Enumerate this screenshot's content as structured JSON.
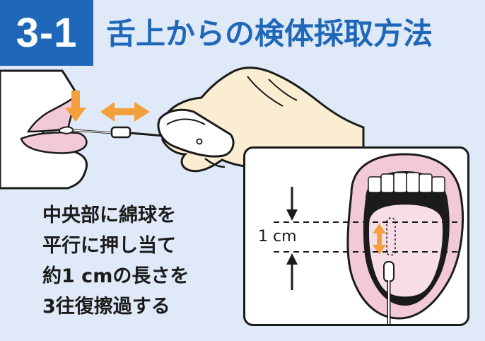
{
  "header": {
    "step_number": "3-1",
    "title": "舌上からの検体採取方法"
  },
  "instructions": {
    "lines": [
      "中央部に綿球を",
      "平行に押し当て",
      "約1 cmの長さを",
      "3往復擦過する"
    ]
  },
  "inset": {
    "dimension_label": "1 cm"
  },
  "colors": {
    "background": "#dfe9f8",
    "brand_blue": "#1f67b8",
    "accent_orange": "#f3a03c",
    "lip_pink": "#f2c9d8",
    "glove": "#fbedd2"
  },
  "icons": {
    "down_arrow": "arrow-down-icon",
    "horizontal_arrow": "arrow-left-right-icon",
    "vertical_arrow": "arrow-up-down-icon"
  }
}
